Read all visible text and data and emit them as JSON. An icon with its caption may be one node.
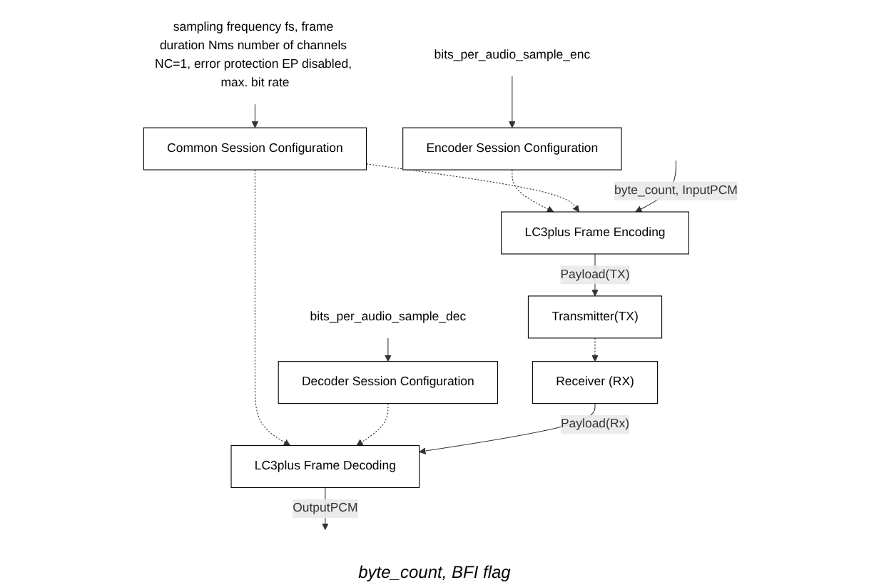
{
  "diagram": {
    "nodes": [
      {
        "text": [
          "sampling frequency fs, frame duration Nms number of channels NC=1, error protection EP disabled, max. bit rate"
        ]
      },
      {
        "text": [
          "bits_per_audio_sample_enc"
        ]
      },
      {
        "text": [
          "Common Session Configuration"
        ]
      },
      {
        "text": [
          "bits_per_audio_sample_dec"
        ]
      },
      {
        "text": [
          "Encoder Session Configuration"
        ]
      },
      {
        "text": [
          "Decoder Session Configuration"
        ]
      },
      {
        "text": [
          "LC3plus Frame Encoding"
        ]
      },
      {
        "text": [
          "Transmitter(TX)"
        ]
      },
      {
        "text": [
          "Receiver (RX)"
        ]
      },
      {
        "text": [
          "LC3plus Frame Decoding"
        ]
      }
    ],
    "edges": [
      {
        "from": 0,
        "to": 2,
        "arrow": "to"
      },
      {
        "from": 1,
        "to": 4,
        "arrow": "to"
      },
      {
        "from": 3,
        "to": 5,
        "arrow": "to"
      },
      {
        "from": 4,
        "to": 6,
        "arrow": "to",
        "style": "dashed"
      },
      {
        "from": 2,
        "to": 6,
        "arrow": "to",
        "style": "dashed"
      },
      {
        "from": 2,
        "to": 9,
        "arrow": "to",
        "style": "dashed"
      },
      {
        "from": 5,
        "to": 9,
        "arrow": "to",
        "style": "dashed"
      },
      {
        "from": null,
        "to": 6,
        "arrow": "to",
        "label": "byte_count, InputPCM"
      },
      {
        "from": 6,
        "to": 7,
        "arrow": "to",
        "label": "Payload(TX)"
      },
      {
        "from": 7,
        "to": 8,
        "arrow": "to",
        "style": "dashed"
      },
      {
        "from": 8,
        "to": 9,
        "arrow": "to",
        "label": "Payload(Rx)"
      },
      {
        "from": 9,
        "to": null,
        "arrow": "to",
        "label": "OutputPCM"
      }
    ],
    "labels": [
      "byte_count, BFI flag"
    ]
  }
}
